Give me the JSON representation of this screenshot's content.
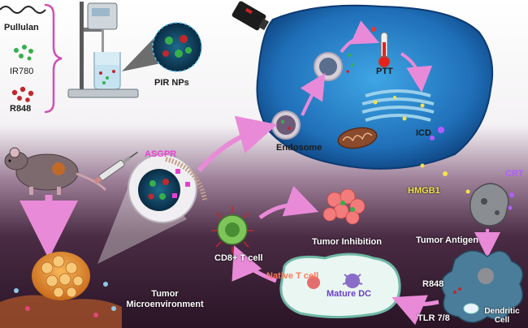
{
  "labels": {
    "pullulan": "Pullulan",
    "ir780": "IR780",
    "r848_top": "R848",
    "pir_nps": "PIR NPs",
    "asgpr": "ASGPR",
    "ptt": "PTT",
    "icd": "ICD",
    "endosome": "Endosome",
    "crt": "CRT",
    "hmgb1": "HMGB1",
    "tumor_antigen": "Tumor Antigen",
    "tumor_inhibition": "Tumor Inhibition",
    "cd8_t_cell": "CD8+ T cell",
    "native_t_cell": "Native T cell",
    "mature_dc": "Mature DC",
    "r848_bottom": "R848",
    "tlr": "TLR 7/8",
    "dendritic_cell": "Dendritic Cell",
    "tumor_micro_1": "Tumor",
    "tumor_micro_2": "Microenvironment"
  },
  "colors": {
    "asgpr": "#e83fd0",
    "crt": "#b15cff",
    "hmgb1": "#f5e24a",
    "native_t_cell": "#ff7a5a",
    "mature_dc": "#6a3fc9",
    "ir780": "#36b04a",
    "r848": "#c0282d",
    "arrow": "#e98ad8",
    "bracket": "#d04fb5"
  }
}
